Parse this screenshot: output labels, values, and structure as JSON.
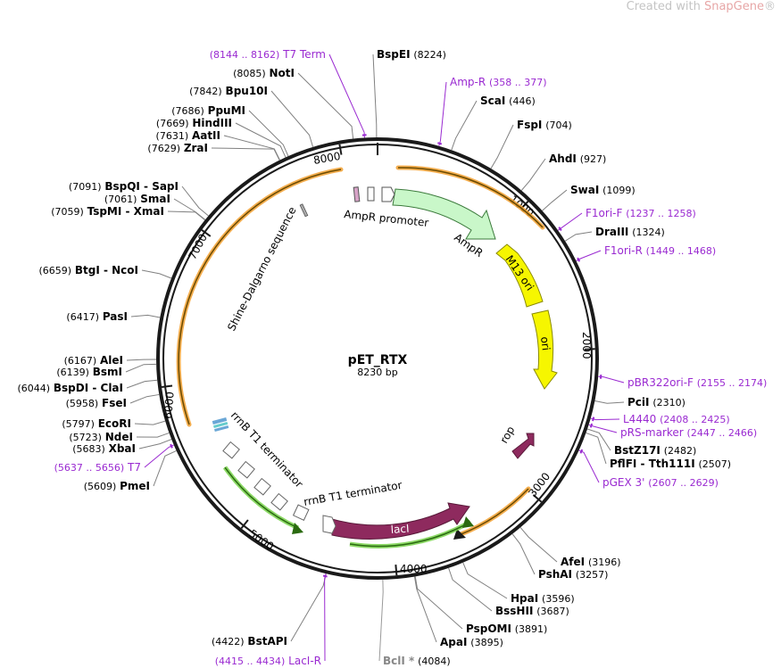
{
  "watermark": {
    "prefix": "Created with ",
    "brand": "SnapGene",
    "mark": "®"
  },
  "plasmid": {
    "name": "pET_RTX",
    "size_label": "8230 bp",
    "length": 8230
  },
  "ticks": [
    {
      "pos": 1000,
      "label": "1000"
    },
    {
      "pos": 2000,
      "label": "2000"
    },
    {
      "pos": 3000,
      "label": "3000"
    },
    {
      "pos": 4000,
      "label": "4000"
    },
    {
      "pos": 5000,
      "label": "5000"
    },
    {
      "pos": 6000,
      "label": "6000"
    },
    {
      "pos": 7000,
      "label": "7000"
    },
    {
      "pos": 8000,
      "label": "8000"
    }
  ],
  "sites_right": [
    {
      "name": "BspEI",
      "pos": "(8224)",
      "kind": "enzyme",
      "bp": 8224
    },
    {
      "name": "Amp-R",
      "pos": "(358 .. 377)",
      "kind": "primer",
      "bp": 368
    },
    {
      "name": "ScaI",
      "pos": "(446)",
      "kind": "enzyme",
      "bp": 446
    },
    {
      "name": "FspI",
      "pos": "(704)",
      "kind": "enzyme",
      "bp": 704
    },
    {
      "name": "AhdI",
      "pos": "(927)",
      "kind": "enzyme",
      "bp": 927
    },
    {
      "name": "SwaI",
      "pos": "(1099)",
      "kind": "enzyme",
      "bp": 1099
    },
    {
      "name": "F1ori-F",
      "pos": "(1237 .. 1258)",
      "kind": "primer",
      "bp": 1248
    },
    {
      "name": "DraIII",
      "pos": "(1324)",
      "kind": "enzyme",
      "bp": 1324
    },
    {
      "name": "F1ori-R",
      "pos": "(1449 .. 1468)",
      "kind": "primer",
      "bp": 1458
    },
    {
      "name": "pBR322ori-F",
      "pos": "(2155 .. 2174)",
      "kind": "primer",
      "bp": 2164
    },
    {
      "name": "PciI",
      "pos": "(2310)",
      "kind": "enzyme",
      "bp": 2310
    },
    {
      "name": "L4440",
      "pos": "(2408 .. 2425)",
      "kind": "primer",
      "bp": 2416
    },
    {
      "name": "pRS-marker",
      "pos": "(2447 .. 2466)",
      "kind": "primer",
      "bp": 2456
    },
    {
      "name": "BstZ17I",
      "pos": "(2482)",
      "kind": "enzyme",
      "bp": 2482
    },
    {
      "name": "PflFI - Tth111I",
      "pos": "(2507)",
      "kind": "enzyme",
      "bp": 2507
    },
    {
      "name": "pGEX 3'",
      "pos": "(2607 .. 2629)",
      "kind": "primer",
      "bp": 2618
    },
    {
      "name": "AfeI",
      "pos": "(3196)",
      "kind": "enzyme",
      "bp": 3196
    },
    {
      "name": "PshAI",
      "pos": "(3257)",
      "kind": "enzyme",
      "bp": 3257
    },
    {
      "name": "HpaI",
      "pos": "(3596)",
      "kind": "enzyme",
      "bp": 3596
    },
    {
      "name": "BssHII",
      "pos": "(3687)",
      "kind": "enzyme",
      "bp": 3687
    },
    {
      "name": "PspOMI",
      "pos": "(3891)",
      "kind": "enzyme",
      "bp": 3891
    },
    {
      "name": "ApaI",
      "pos": "(3895)",
      "kind": "enzyme",
      "bp": 3895
    },
    {
      "name": "BclI *",
      "pos": "(4084)",
      "kind": "enzyme-gray",
      "bp": 4084
    }
  ],
  "sites_left": [
    {
      "name": "T7 Term",
      "pos": "(8144 .. 8162)",
      "kind": "primer",
      "bp": 8153
    },
    {
      "name": "NotI",
      "pos": "(8085)",
      "kind": "enzyme",
      "bp": 8085
    },
    {
      "name": "Bpu10I",
      "pos": "(7842)",
      "kind": "enzyme",
      "bp": 7842
    },
    {
      "name": "PpuMI",
      "pos": "(7686)",
      "kind": "enzyme",
      "bp": 7686
    },
    {
      "name": "HindIII",
      "pos": "(7669)",
      "kind": "enzyme",
      "bp": 7669
    },
    {
      "name": "AatII",
      "pos": "(7631)",
      "kind": "enzyme",
      "bp": 7631
    },
    {
      "name": "ZraI",
      "pos": "(7629)",
      "kind": "enzyme",
      "bp": 7629
    },
    {
      "name": "BspQI - SapI",
      "pos": "(7091)",
      "kind": "enzyme",
      "bp": 7091
    },
    {
      "name": "SmaI",
      "pos": "(7061)",
      "kind": "enzyme",
      "bp": 7061
    },
    {
      "name": "TspMI - XmaI",
      "pos": "(7059)",
      "kind": "enzyme",
      "bp": 7059
    },
    {
      "name": "BtgI - NcoI",
      "pos": "(6659)",
      "kind": "enzyme",
      "bp": 6659
    },
    {
      "name": "PasI",
      "pos": "(6417)",
      "kind": "enzyme",
      "bp": 6417
    },
    {
      "name": "AleI",
      "pos": "(6167)",
      "kind": "enzyme",
      "bp": 6167
    },
    {
      "name": "BsmI",
      "pos": "(6139)",
      "kind": "enzyme",
      "bp": 6139
    },
    {
      "name": "BspDI - ClaI",
      "pos": "(6044)",
      "kind": "enzyme",
      "bp": 6044
    },
    {
      "name": "FseI",
      "pos": "(5958)",
      "kind": "enzyme",
      "bp": 5958
    },
    {
      "name": "EcoRI",
      "pos": "(5797)",
      "kind": "enzyme",
      "bp": 5797
    },
    {
      "name": "NdeI",
      "pos": "(5723)",
      "kind": "enzyme",
      "bp": 5723
    },
    {
      "name": "XbaI",
      "pos": "(5683)",
      "kind": "enzyme",
      "bp": 5683
    },
    {
      "name": "T7",
      "pos": "(5637 .. 5656)",
      "kind": "primer",
      "bp": 5646
    },
    {
      "name": "PmeI",
      "pos": "(5609)",
      "kind": "enzyme",
      "bp": 5609
    },
    {
      "name": "BstAPI",
      "pos": "(4422)",
      "kind": "enzyme",
      "bp": 4422
    },
    {
      "name": "LacI-R",
      "pos": "(4415 .. 4434)",
      "kind": "primer",
      "bp": 4424
    }
  ],
  "features": [
    {
      "name": "AmpR promoter",
      "type": "promoter"
    },
    {
      "name": "AmpR",
      "type": "gene"
    },
    {
      "name": "M13 ori",
      "type": "ori"
    },
    {
      "name": "ori",
      "type": "ori"
    },
    {
      "name": "rop",
      "type": "gene"
    },
    {
      "name": "lacI",
      "type": "gene"
    },
    {
      "name": "rrnB T1 terminator",
      "type": "terminator"
    },
    {
      "name": "rrnB T1 terminator",
      "type": "terminator"
    },
    {
      "name": "Shine-Dalgarno sequence",
      "type": "rbs"
    }
  ],
  "colors": {
    "amp": "#c9f7c9",
    "yellow": "#f6f600",
    "maroon": "#8e2a5e",
    "orange_arc": "#f2a030",
    "green_arc": "#5fbf3a",
    "primer": "#9a2ad1",
    "backbone": "#1a1a1a"
  }
}
